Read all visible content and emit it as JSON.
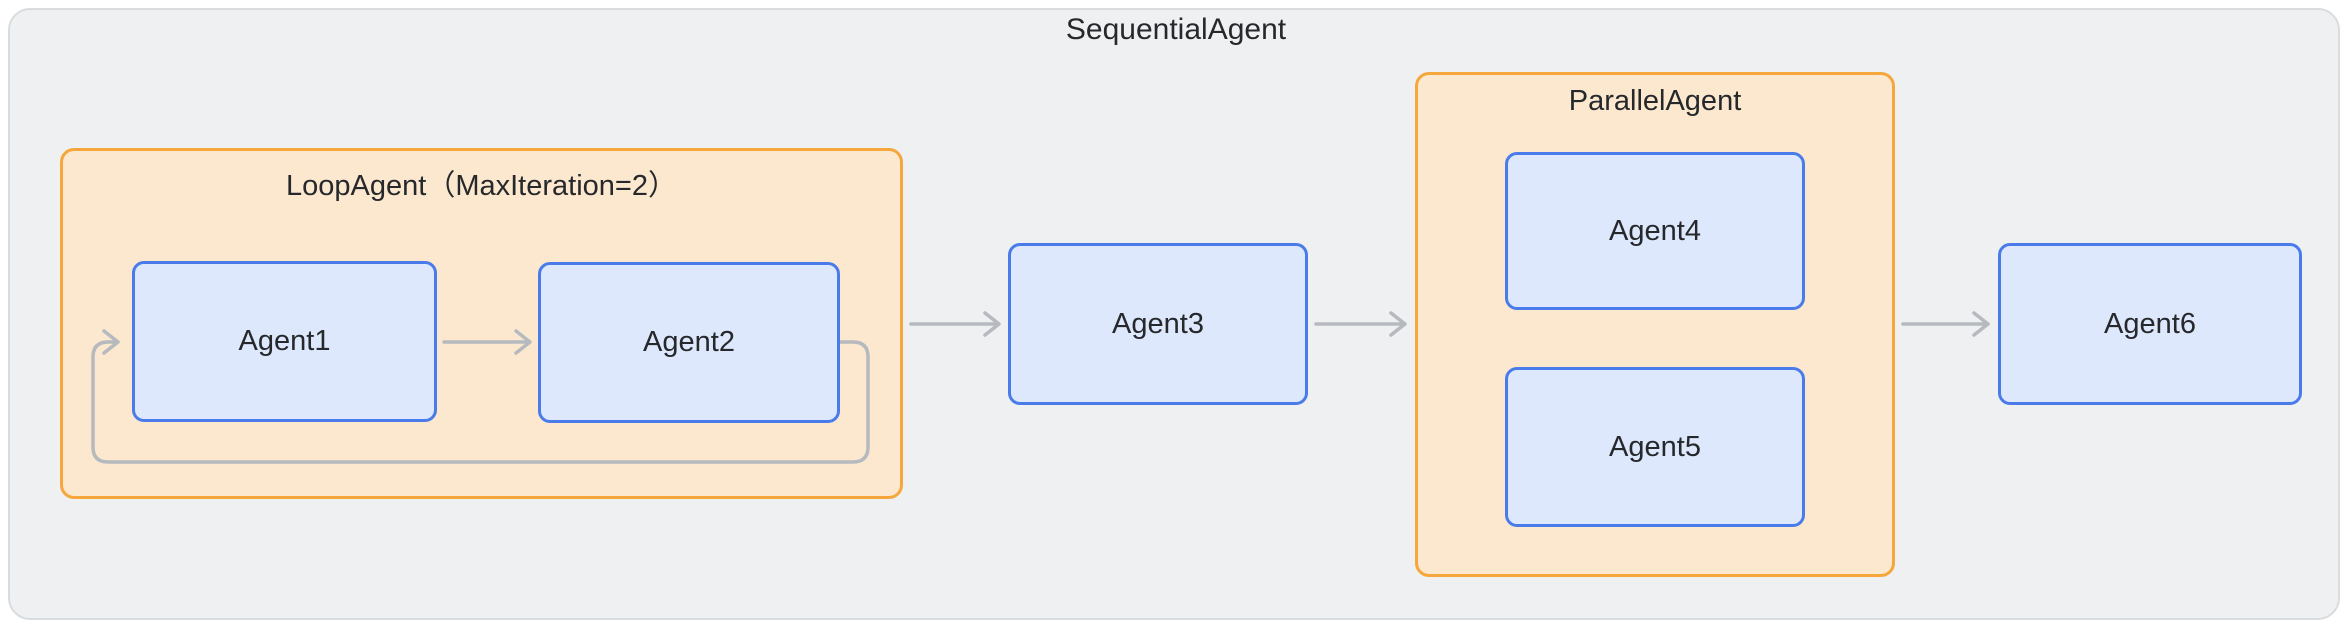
{
  "diagram": {
    "title": "SequentialAgent",
    "loop_group": {
      "title": "LoopAgent（MaxIteration=2）",
      "children": [
        "Agent1",
        "Agent2"
      ]
    },
    "parallel_group": {
      "title": "ParallelAgent",
      "children": [
        "Agent4",
        "Agent5"
      ]
    },
    "nodes": {
      "agent1": "Agent1",
      "agent2": "Agent2",
      "agent3": "Agent3",
      "agent4": "Agent4",
      "agent5": "Agent5",
      "agent6": "Agent6"
    },
    "edges": [
      {
        "from": "Agent1",
        "to": "Agent2",
        "type": "straight"
      },
      {
        "from": "Agent2",
        "to": "Agent1",
        "type": "loop-back"
      },
      {
        "from": "LoopAgent",
        "to": "Agent3",
        "type": "straight"
      },
      {
        "from": "Agent3",
        "to": "ParallelAgent",
        "type": "straight"
      },
      {
        "from": "ParallelAgent",
        "to": "Agent6",
        "type": "straight"
      }
    ],
    "colors": {
      "canvas_bg": "#eef0f2",
      "canvas_border": "#d9dcde",
      "group_border": "#f6a73c",
      "group_fill": "#fbe8cf",
      "node_border": "#4a7bea",
      "node_fill": "#dee8fc",
      "arrow": "#b6babe",
      "text": "#26282c"
    }
  }
}
